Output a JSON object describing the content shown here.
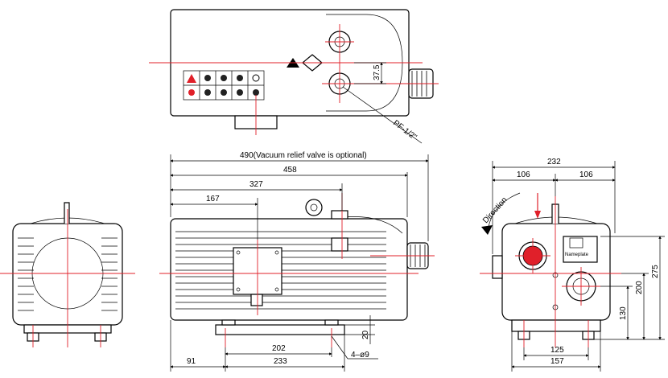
{
  "dimensions": {
    "port_offset": "37.5",
    "port_thread": "PF-1/2\"",
    "overall_length_note": "490(Vacuum relief valve is optional)",
    "length_458": "458",
    "length_327": "327",
    "length_167": "167",
    "width_232": "232",
    "half_left_106": "106",
    "half_right_106": "106",
    "height_275": "275",
    "height_200": "200",
    "height_130": "130",
    "foot_height_20": "20",
    "mount_202": "202",
    "mount_233": "233",
    "offset_91": "91",
    "holes": "4–ø9",
    "base_125": "125",
    "base_157": "157"
  },
  "labels": {
    "direction": "Direction",
    "nameplate": "Nameplate"
  },
  "colors": {
    "centerline": "#e0202a",
    "outline": "#000000"
  }
}
